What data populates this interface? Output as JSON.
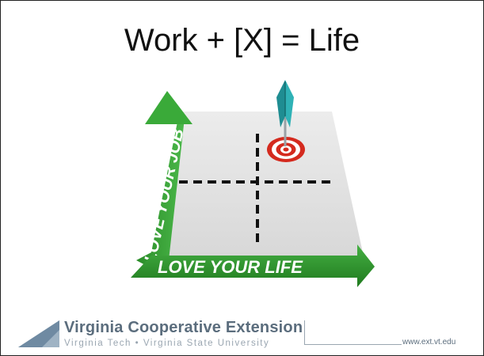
{
  "slide": {
    "title": "Work + [X] = Life"
  },
  "illustration": {
    "vertical_arrow_text": "LOVE YOUR JOB",
    "horizontal_arrow_text": "LOVE YOUR LIFE",
    "arrow_color": "#2e9a2c",
    "target_color": "#d42a1e",
    "dart_color": "#2aa0a4"
  },
  "footer": {
    "org_name": "Virginia Cooperative Extension",
    "org_sub": "Virginia Tech  •  Virginia State University",
    "url": "www.ext.vt.edu"
  }
}
